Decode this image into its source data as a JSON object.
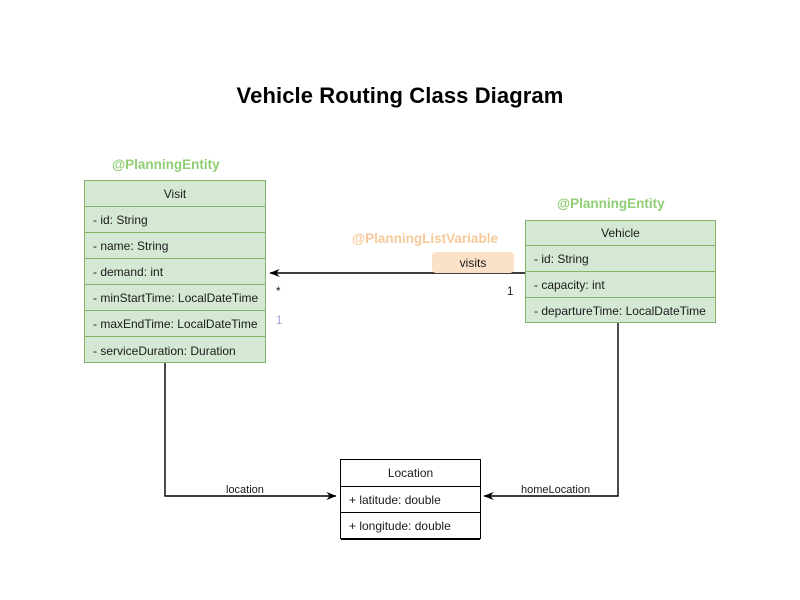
{
  "diagram": {
    "title": "Vehicle Routing Class Diagram",
    "type": "uml-class-diagram",
    "colors": {
      "entity_fill": "#d5e8d4",
      "entity_stroke": "#82b366",
      "plain_fill": "#ffffff",
      "plain_stroke": "#000000",
      "stereotype_entity": "#8fce74",
      "stereotype_listvar": "#f6c99a",
      "chip_fill": "#fbe1c8",
      "muted_multiplicity": "#b39ddb",
      "edge_stroke": "#000000",
      "text": "#1a1a1a"
    },
    "classes": [
      {
        "id": "visit",
        "name": "Visit",
        "stereotype": "@PlanningEntity",
        "style": "entity",
        "attributes": [
          "- id: String",
          "- name: String",
          "- demand: int",
          "- minStartTime: LocalDateTime",
          "- maxEndTime: LocalDateTime",
          "- serviceDuration: Duration"
        ]
      },
      {
        "id": "vehicle",
        "name": "Vehicle",
        "stereotype": "@PlanningEntity",
        "style": "entity",
        "attributes": [
          "- id: String",
          "- capacity: int",
          "- departureTime: LocalDateTime"
        ]
      },
      {
        "id": "location",
        "name": "Location",
        "stereotype": "",
        "style": "plain",
        "attributes": [
          "+ latitude: double",
          "+ longitude: double"
        ]
      }
    ],
    "associations": [
      {
        "id": "vehicle-visits",
        "from": "vehicle",
        "to": "visit",
        "label": "visits",
        "label_style": "chip",
        "stereotype": "@PlanningListVariable",
        "source_multiplicity": "1",
        "target_multiplicity": "*",
        "extra_multiplicity": "1"
      },
      {
        "id": "visit-location",
        "from": "visit",
        "to": "location",
        "label": "location",
        "label_style": "plain"
      },
      {
        "id": "vehicle-homelocation",
        "from": "vehicle",
        "to": "location",
        "label": "homeLocation",
        "label_style": "plain"
      }
    ]
  }
}
